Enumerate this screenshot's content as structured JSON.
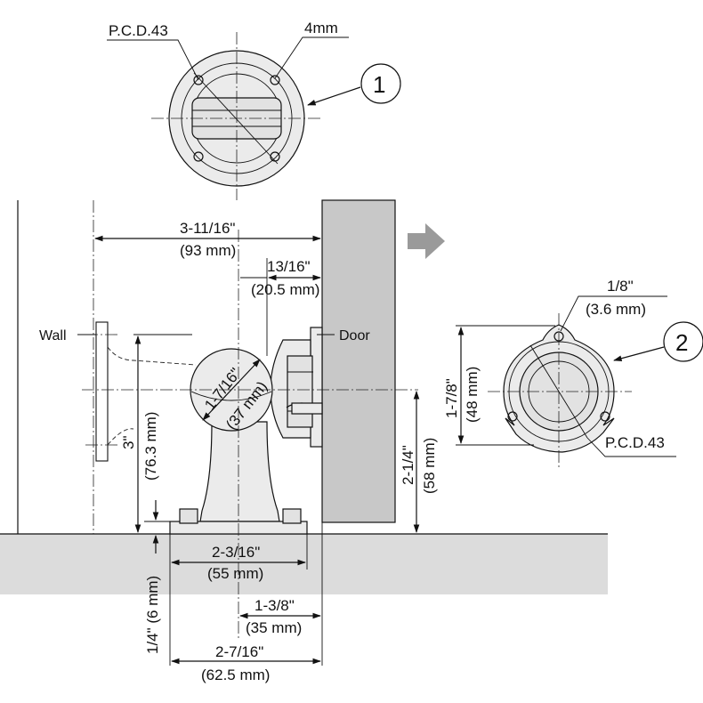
{
  "top_view": {
    "pcd_label": "P.C.D.43",
    "hole_label": "4mm",
    "callout_number": "1"
  },
  "right_view": {
    "hole_label": "1/8\"",
    "hole_label_mm": "(3.6 mm)",
    "height_label": "1-7/8\"",
    "height_label_mm": "(48 mm)",
    "pcd_label": "P.C.D.43",
    "callout_number": "2"
  },
  "labels": {
    "wall": "Wall",
    "door": "Door"
  },
  "dimensions": {
    "overall_width": "3-11/16\"",
    "overall_width_mm": "(93 mm)",
    "catch_depth": "13/16\"",
    "catch_depth_mm": "(20.5 mm)",
    "ball_dia": "1-7/16\"",
    "ball_dia_mm": "(37 mm)",
    "height": "3\"",
    "height_mm": "(76.3 mm)",
    "door_gap": "2-1/4\"",
    "door_gap_mm": "(58 mm)",
    "base_width": "2-3/16\"",
    "base_width_mm": "(55 mm)",
    "base_thickness": "1/4\" (6 mm)",
    "center_offset": "1-3/8\"",
    "center_offset_mm": "(35 mm)",
    "base_total": "2-7/16\"",
    "base_total_mm": "(62.5 mm)"
  }
}
